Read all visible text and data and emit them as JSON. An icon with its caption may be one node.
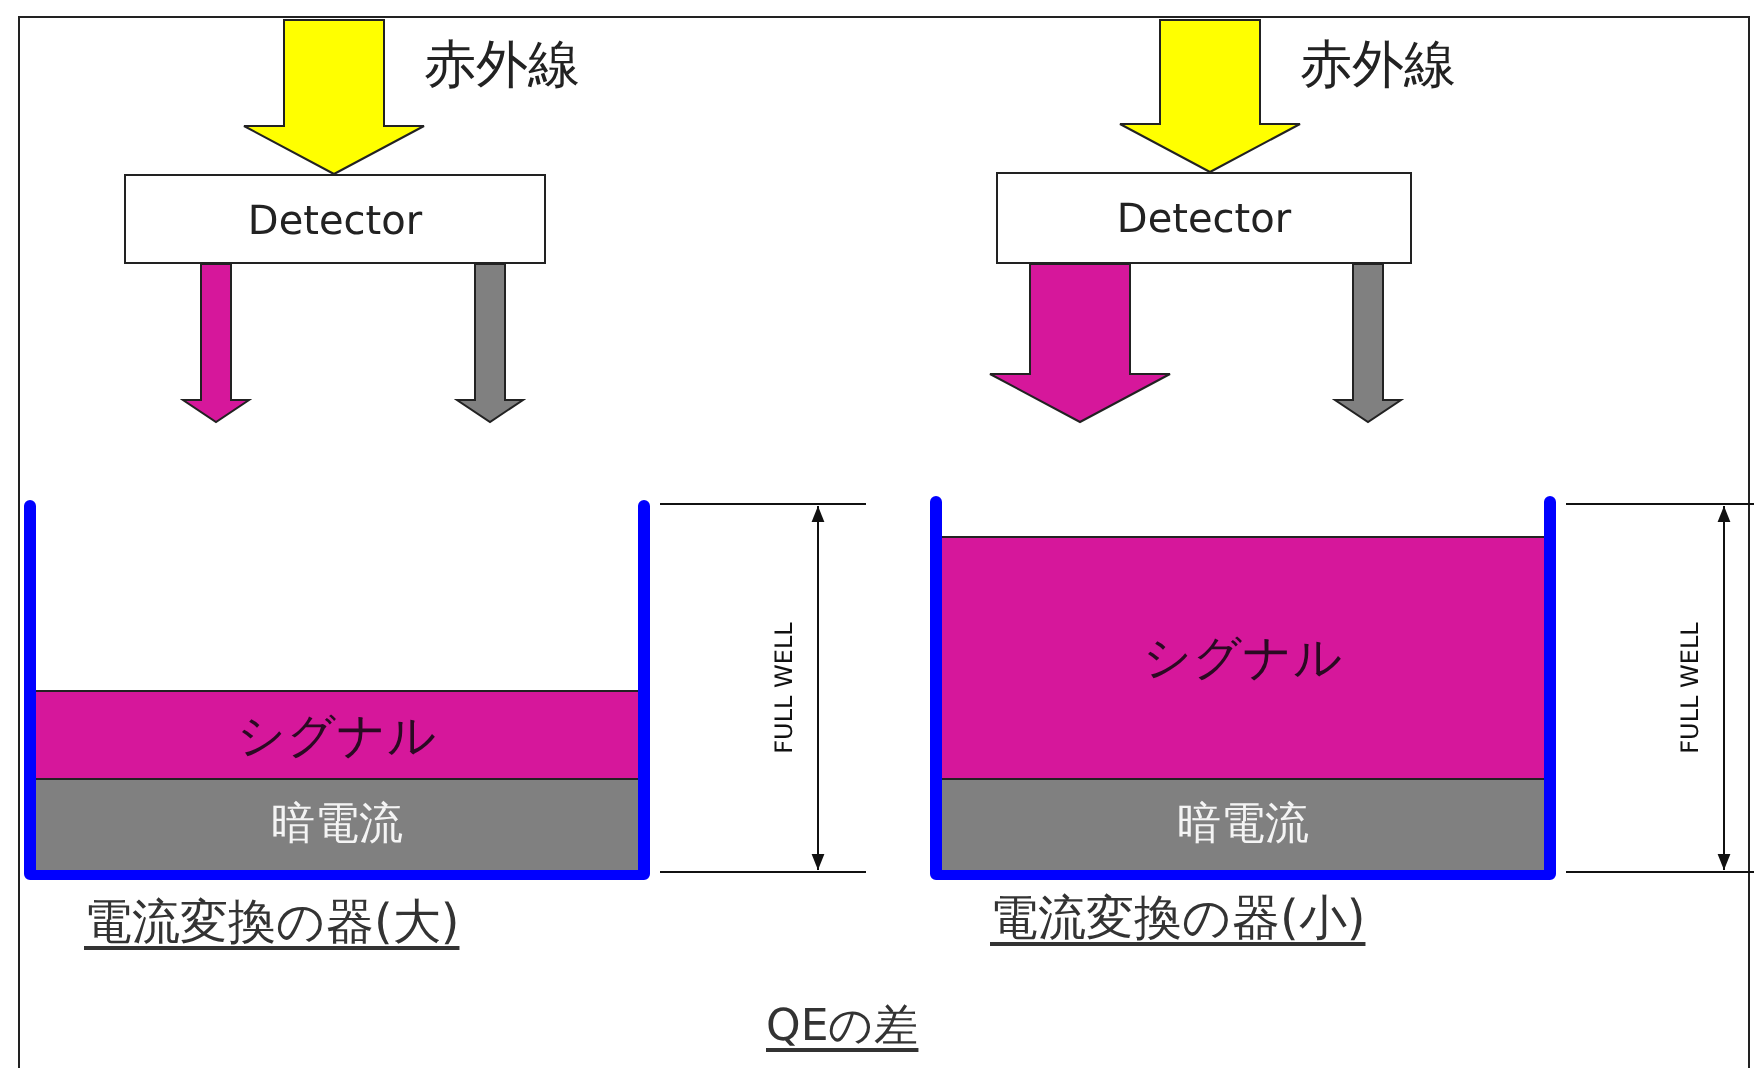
{
  "diagram": {
    "caption": "QEの差",
    "nodes": [
      {
        "text": [
          "Detector"
        ]
      },
      {
        "text": [
          "Detector"
        ]
      },
      {
        "text": [
          "電流変換の器(大)"
        ]
      },
      {
        "text": [
          "シグナル"
        ],
        "in": 2
      },
      {
        "text": [
          "暗電流"
        ],
        "in": 2
      },
      {
        "text": [
          "電流変換の器(小)"
        ]
      },
      {
        "text": [
          "シグナル"
        ],
        "in": 5
      },
      {
        "text": [
          "暗電流"
        ],
        "in": 5
      }
    ],
    "edges": [
      {
        "from": null,
        "to": 0,
        "arrow": "to",
        "label": "赤外線",
        "style": "thick",
        "color": "#ffff00"
      },
      {
        "from": null,
        "to": 1,
        "arrow": "to",
        "label": "赤外線",
        "style": "thick",
        "color": "#ffff00"
      },
      {
        "from": 0,
        "to": null,
        "arrow": "to",
        "color": "#d6179b"
      },
      {
        "from": 0,
        "to": null,
        "arrow": "to",
        "color": "#808080"
      },
      {
        "from": 1,
        "to": null,
        "arrow": "to",
        "style": "thick",
        "color": "#d6179b"
      },
      {
        "from": 1,
        "to": null,
        "arrow": "to",
        "color": "#808080"
      }
    ],
    "labels": [
      "FULL WELL",
      "FULL WELL"
    ]
  }
}
